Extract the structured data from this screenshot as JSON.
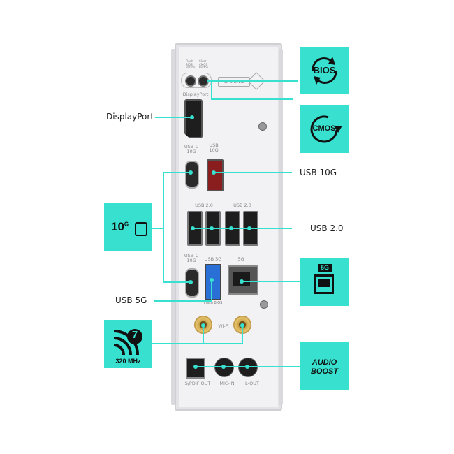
{
  "callouts": {
    "displayport": "DisplayPort",
    "usb10g": "USB 10G",
    "usb20": "USB 2.0",
    "usb5g": "USB 5G"
  },
  "badges": {
    "bios": "BIOS",
    "cmos": "CMOS",
    "tenG": "10",
    "tenG_sup": "G",
    "fiveG": "5G",
    "wifi_gen": "7",
    "wifi_speed": "320 MHz",
    "audio_line1": "AUDIO",
    "audio_line2": "BOOST"
  },
  "panel": {
    "flash_bios_btn": "Flash BIOS Button",
    "clear_cmos_btn": "Clear CMOS Button",
    "gaming_logo": "GAMING",
    "dp_label": "DisplayPort",
    "usbc_10g_top": "USB-C 10G",
    "usb_10g": "USB 10G",
    "usb20_left": "USB 2.0",
    "usb20_right": "USB 2.0",
    "usbc_10g_bottom": "USB-C 10G",
    "usb_5g": "USB 5G",
    "lan_5g": "5G",
    "flash_bios": "Flash BIOS",
    "wifi": "Wi-Fi",
    "spdif": "S/PDIF OUT",
    "mic_in": "MIC-IN",
    "l_out": "L-OUT"
  },
  "colors": {
    "accent": "#38e0cf",
    "usb10g_port": "#8a1d1d",
    "usb5g_port": "#2a6fd6",
    "panel": "#f2f2f4"
  }
}
